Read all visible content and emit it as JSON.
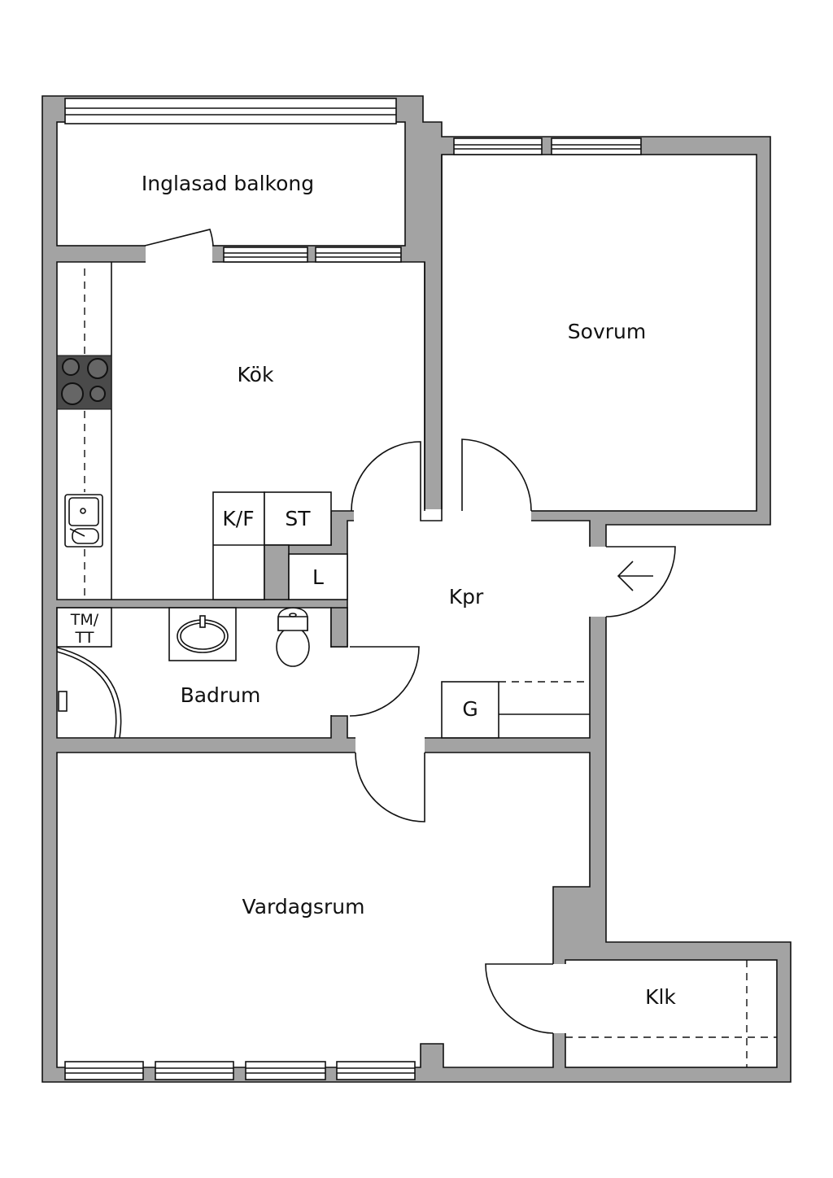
{
  "plan": {
    "rooms": {
      "balkong": "Inglasad balkong",
      "kok": "Kök",
      "sovrum": "Sovrum",
      "kpr": "Kpr",
      "badrum": "Badrum",
      "vardagsrum": "Vardagsrum",
      "klk": "Klk"
    },
    "fixtures": {
      "kf": "K/F",
      "st": "ST",
      "l": "L",
      "g": "G",
      "tm": "TM/",
      "tt": "TT"
    },
    "colors": {
      "wall": "#a3a3a3",
      "line": "#111111"
    }
  }
}
